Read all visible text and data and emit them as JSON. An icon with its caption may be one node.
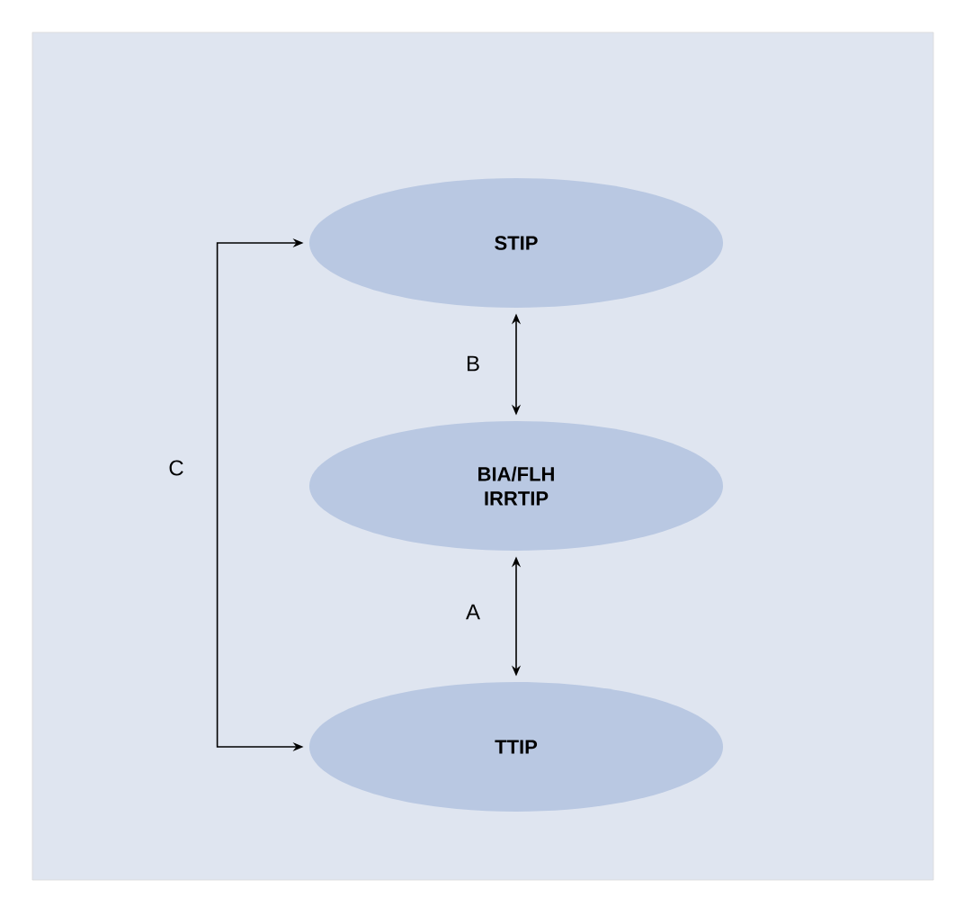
{
  "diagram": {
    "nodes": [
      {
        "text": [
          "STIP"
        ]
      },
      {
        "text": [
          "BIA/FLH IRRTIP"
        ]
      },
      {
        "text": [
          "TTIP"
        ]
      }
    ],
    "edges": [
      {
        "from": 0,
        "to": 1,
        "arrow": "both",
        "label": "B"
      },
      {
        "from": 1,
        "to": 2,
        "arrow": "both",
        "label": "A"
      },
      {
        "from": 2,
        "to": 0,
        "arrow": "both",
        "label": "C"
      }
    ]
  }
}
